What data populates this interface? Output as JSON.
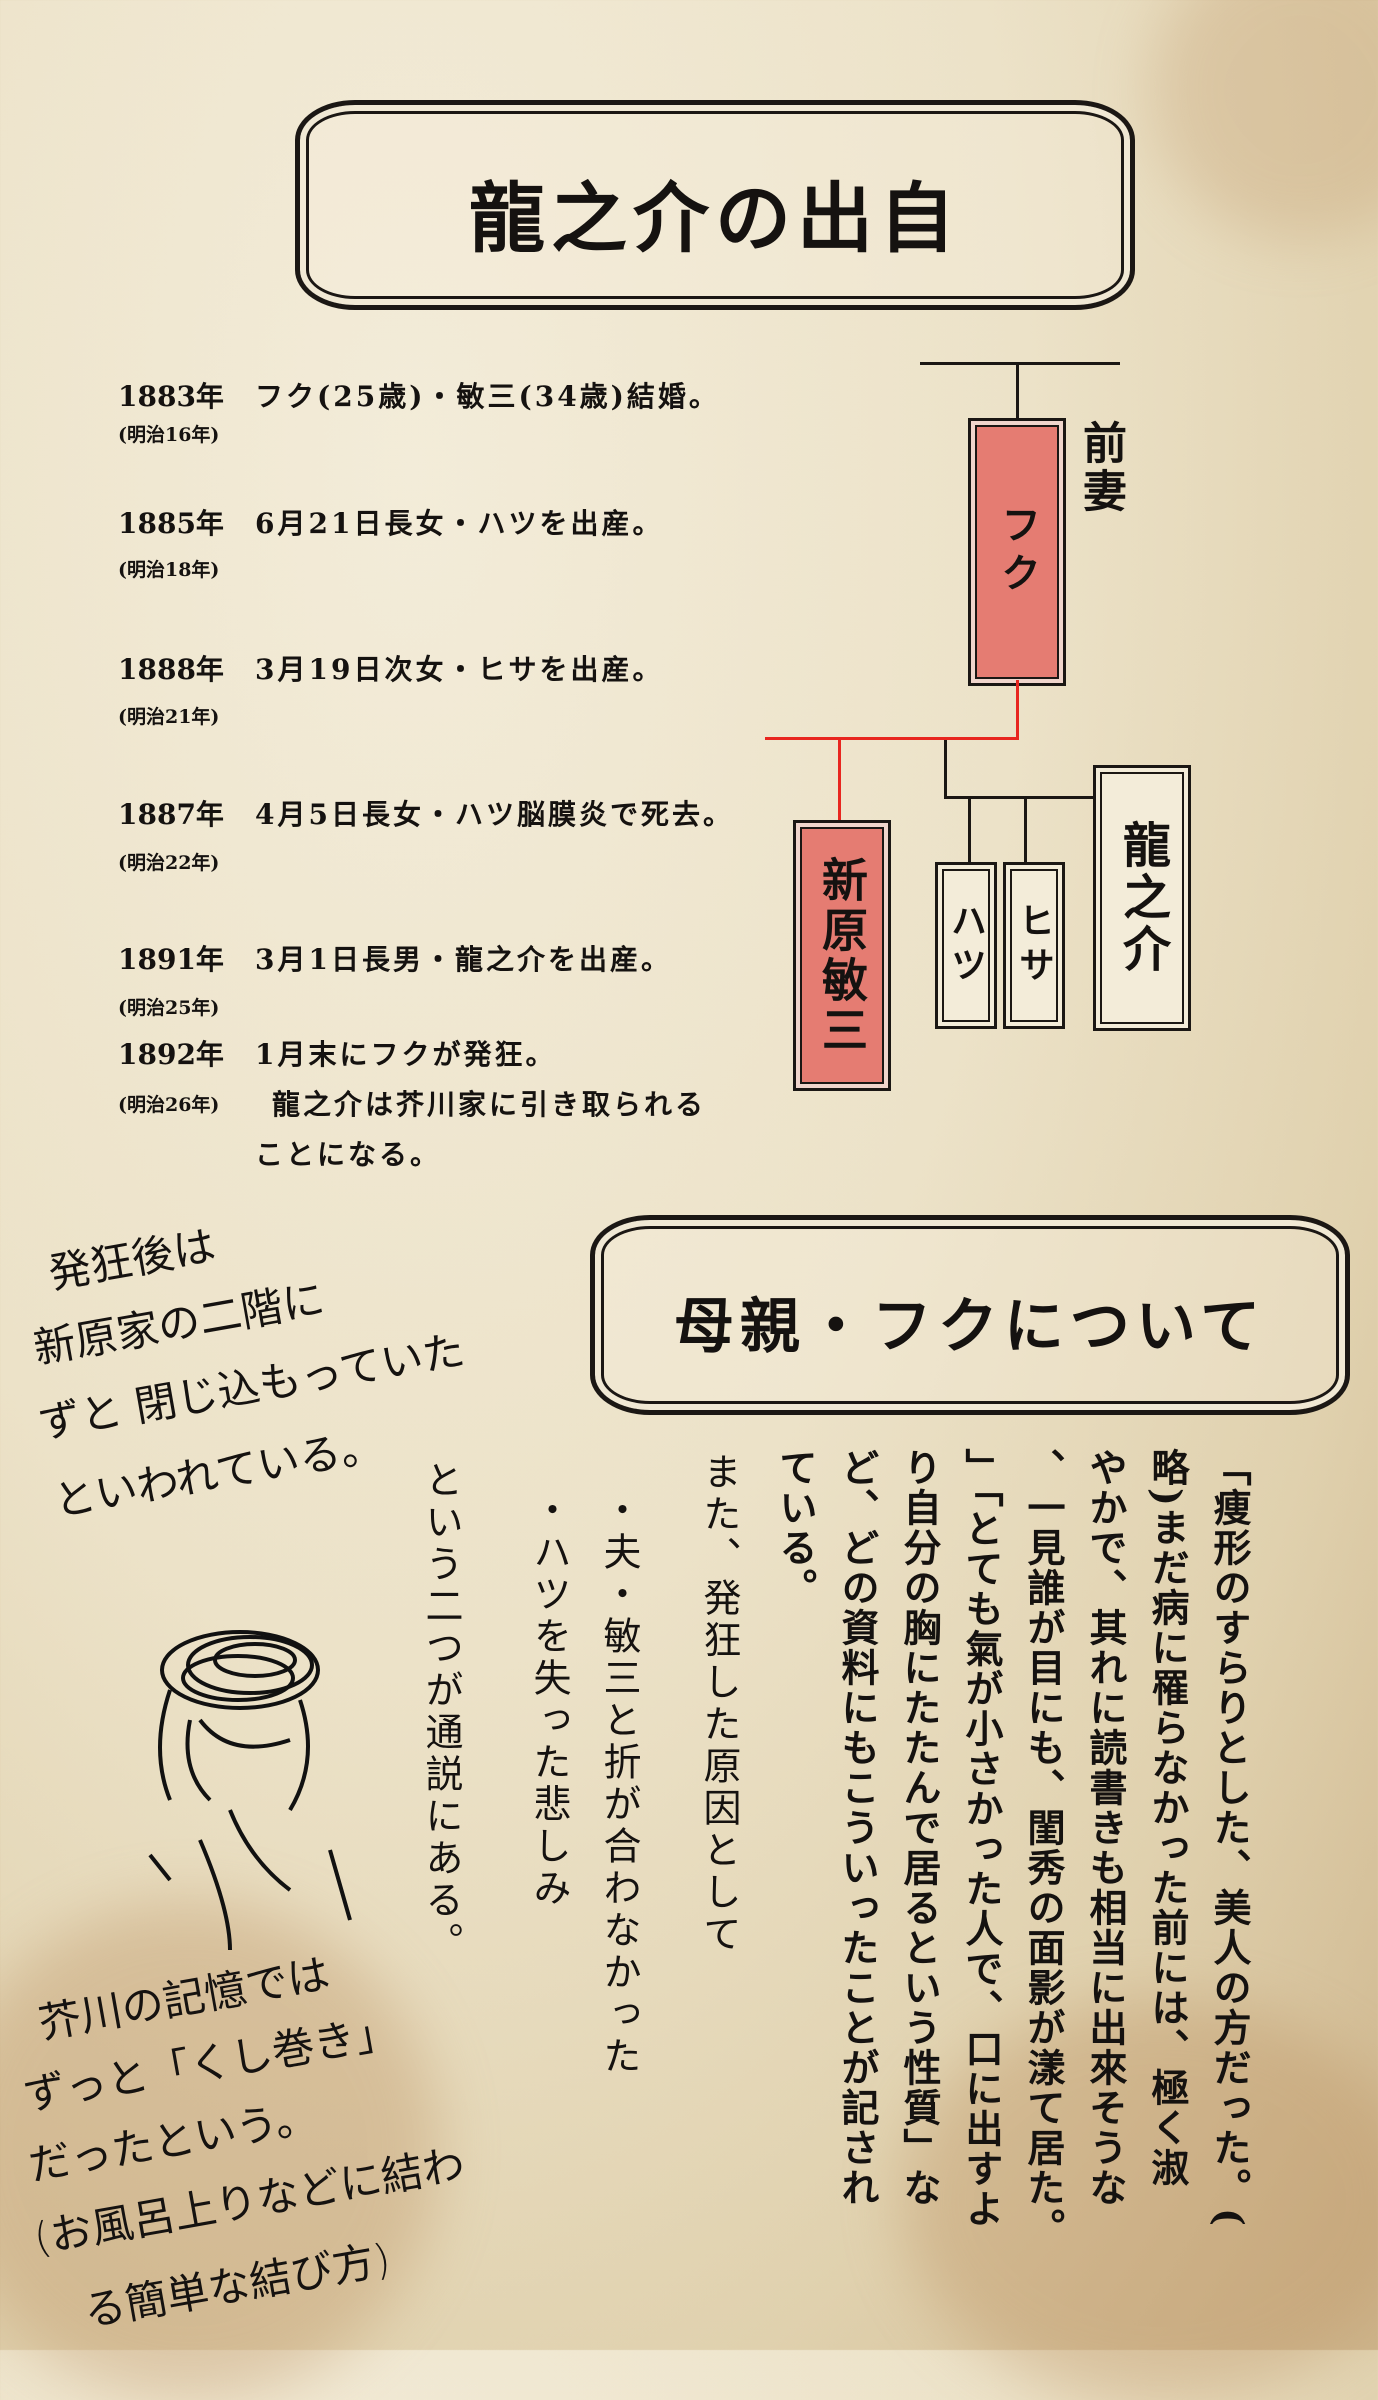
{
  "section1": {
    "title": "龍之介の出自"
  },
  "timeline": [
    {
      "year": "1883年",
      "era": "(明治16年)",
      "event": "フク(25歳)・敏三(34歳)結婚。"
    },
    {
      "year": "1885年",
      "era": "(明治18年)",
      "event": "6月21日長女・ハツを出産。"
    },
    {
      "year": "1888年",
      "era": "(明治21年)",
      "event": "3月19日次女・ヒサを出産。"
    },
    {
      "year": "1887年",
      "era": "(明治22年)",
      "event": "4月5日長女・ハツ脳膜炎で死去。"
    },
    {
      "year": "1891年",
      "era": "(明治25年)",
      "event": "3月1日長男・龍之介を出産。"
    },
    {
      "year": "1892年",
      "era": "(明治26年)",
      "event": "1月末にフクが発狂。",
      "event2": "龍之介は芥川家に引き取られる",
      "event3": "ことになる。"
    }
  ],
  "family_tree": {
    "mother": "フク",
    "mother_label": "前妻",
    "father": "新原敏三",
    "children": [
      "ハツ",
      "ヒサ",
      "龍之介"
    ],
    "colors": {
      "highlight_box": "#e57c72",
      "red_line": "#e8261f"
    }
  },
  "section2": {
    "title": "母親・フクについて"
  },
  "quote_text": "「痩形のすらりとした、美人の方だった。(略)まだ病に罹らなかった前には、極く淑やかで、其れに読書きも相当に出來そうな、一見誰が目にも、閨秀の面影が漾て居た。」「とても氣が小さかった人で、口に出すより自分の胸にたたんで居るという性質」など、どの資料にもこういったことが記されている。",
  "quote_columns": [
    "「痩形のすらりとした、美人の方だった。(",
    "略)まだ病に罹らなかった前には、極く淑",
    "やかで、其れに読書きも相当に出來そうな",
    "、一見誰が目にも、閨秀の面影が漾て居た。",
    "」「とても氣が小さかった人で、口に出すよ",
    "り自分の胸にたたんで居るという性質」な",
    "ど、どの資料にもこういったことが記され",
    "ている。"
  ],
  "causes": {
    "intro": "また、発狂した原因として",
    "items": [
      "・夫・敏三と折が合わなかった",
      "・ハツを失った悲しみ"
    ],
    "outro": "という二つが通説にある。"
  },
  "handnote1": [
    "発狂後は",
    "新原家の二階に",
    "ずと 閉じ込もっていた",
    "といわれている。"
  ],
  "handnote2": [
    "芥川の記憶では",
    "ずっと「くし巻き」",
    "だったという。",
    "(お風呂上りなどに結わ",
    "る簡単な結び方)"
  ]
}
